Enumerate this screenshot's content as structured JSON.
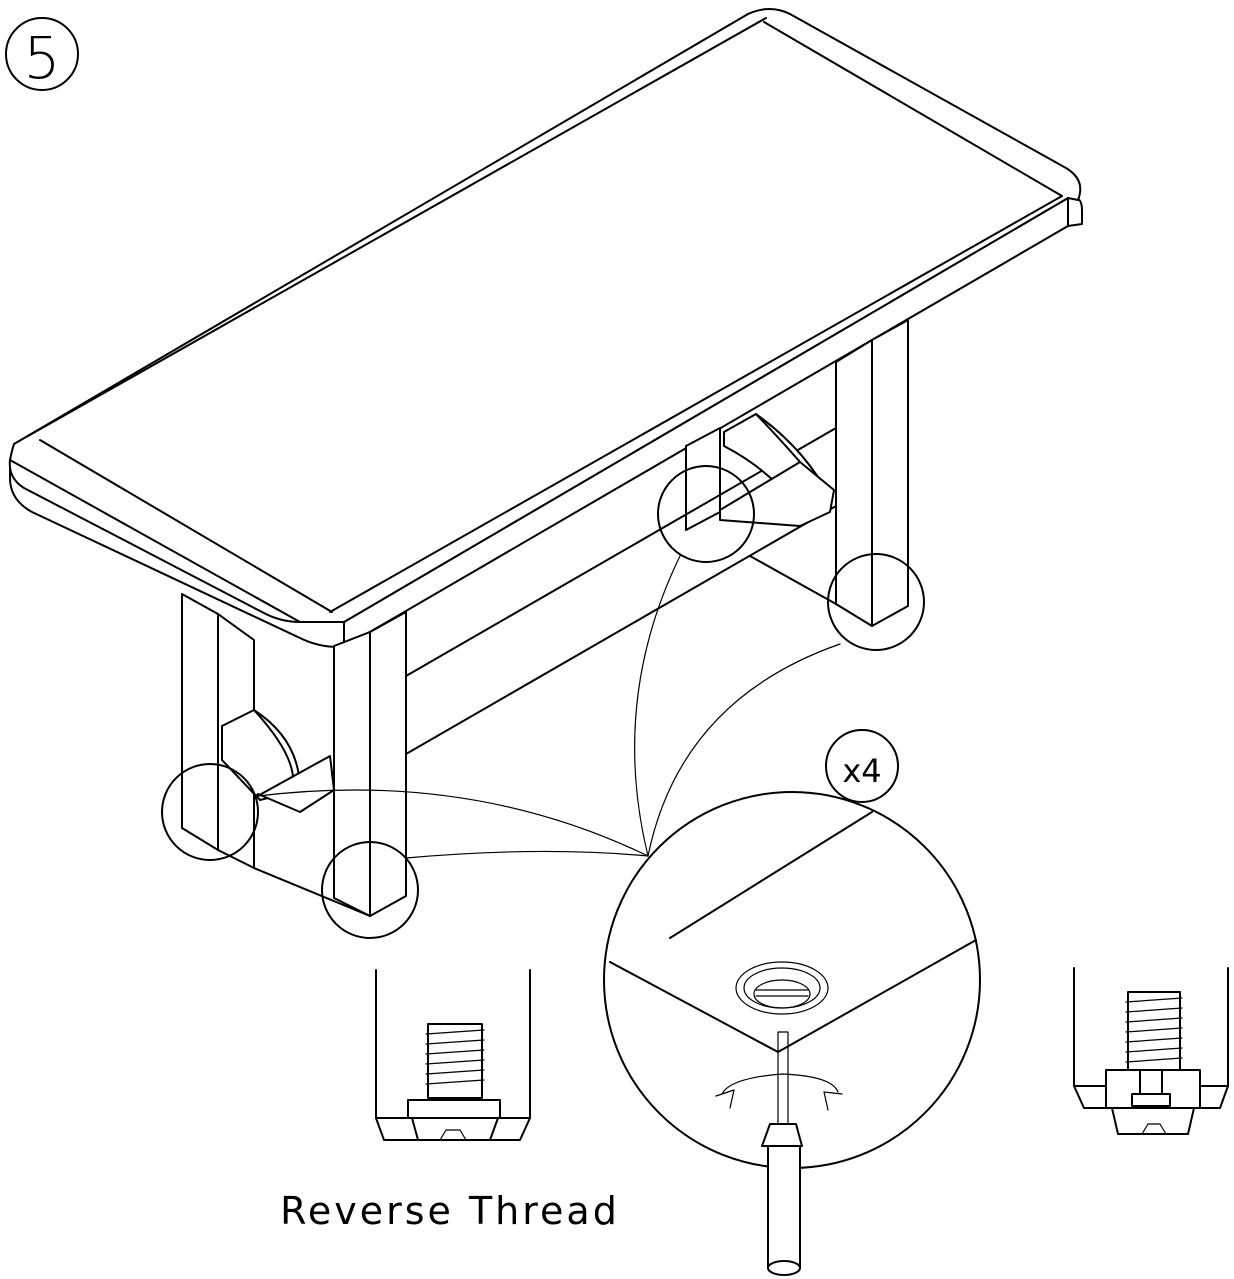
{
  "step": {
    "number": "5"
  },
  "detail": {
    "quantity": "x4"
  },
  "caption": {
    "reverse_thread": "Reverse Thread"
  },
  "icons": {
    "tool": "screwdriver-icon",
    "rotation": "rotate-arrows-icon"
  }
}
